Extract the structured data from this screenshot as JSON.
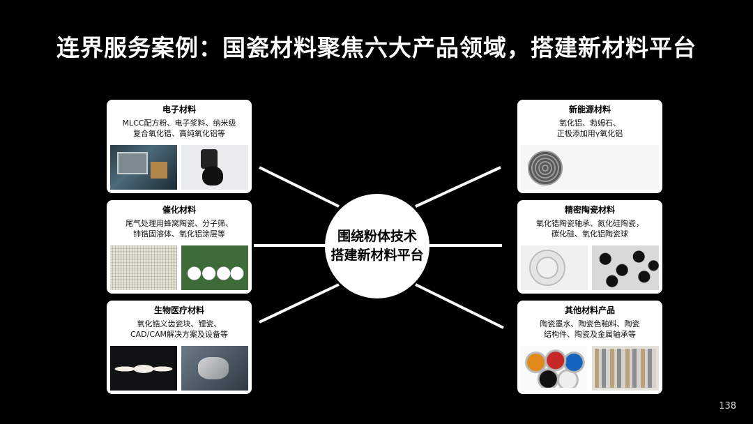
{
  "title": "连界服务案例：国瓷材料聚焦六大产品领域，搭建新材料平台",
  "hub": {
    "line1": "围绕粉体技术",
    "line2": "搭建新材料平台"
  },
  "cards": [
    {
      "title": "电子材料",
      "desc": "MLCC配方粉、电子浆料、纳米级\n复合氧化锆、高纯氧化铝等"
    },
    {
      "title": "催化材料",
      "desc": "尾气处理用蜂窝陶瓷、分子筛、\n铈锆固溶体、氧化铝涂层等"
    },
    {
      "title": "生物医疗材料",
      "desc": "氧化锆义齿瓷块、锂瓷、\nCAD/CAM解决方案及设备等"
    },
    {
      "title": "新能源材料",
      "desc": "氧化铝、勃姆石、\n正极添加用γ氧化铝"
    },
    {
      "title": "精密陶瓷材料",
      "desc": "氧化锆陶瓷轴承、氮化硅陶瓷，\n碳化硅、氧化铝陶瓷球"
    },
    {
      "title": "其他材料产品",
      "desc": "陶瓷墨水、陶瓷色釉料、陶瓷\n结构件、陶瓷及金属轴承等"
    }
  ],
  "page_number": "138",
  "colors": {
    "background": "#000000",
    "line": "#ffffff",
    "card": "#ffffff"
  }
}
